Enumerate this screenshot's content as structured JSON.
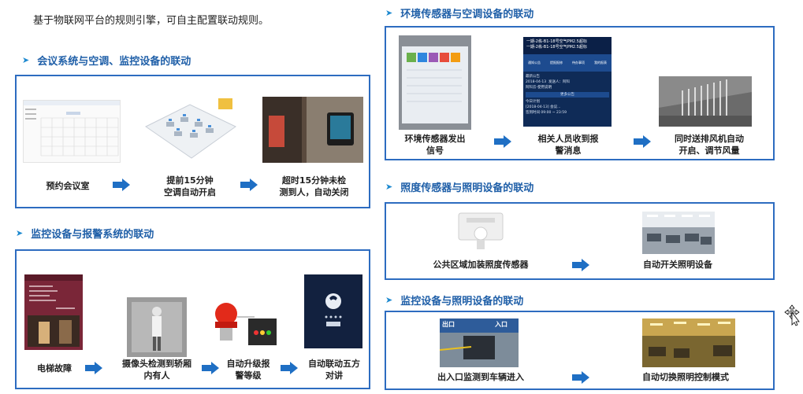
{
  "intro": "基于物联网平台的规则引擎，可自主配置联动规则。",
  "colors": {
    "accent": "#2d6cc0",
    "title": "#1f5fa8",
    "arrow": "#1f6fc4"
  },
  "sections": {
    "meeting": {
      "title": "会议系统与空调、监控设备的联动",
      "steps": [
        "预约会议室",
        "提前15分钟\n空调自动开启",
        "超时15分钟未检\n测到人，自动关闭"
      ]
    },
    "alarm": {
      "title": "监控设备与报警系统的联动",
      "steps": [
        "电梯故障",
        "摄像头检测到轿厢\n内有人",
        "自动升级报\n警等级",
        "自动联动五方\n对讲"
      ]
    },
    "env": {
      "title": "环境传感器与空调设备的联动",
      "steps": [
        "环境传感器发出\n信号",
        "相关人员收到报\n警消息",
        "同时送排风机自动\n开启、调节风量"
      ]
    },
    "light": {
      "title": "照度传感器与照明设备的联动",
      "steps": [
        "公共区域加装照度传感器",
        "自动开关照明设备"
      ]
    },
    "parking": {
      "title": "监控设备与照明设备的联动",
      "steps": [
        "出入口监测到车辆进入",
        "自动切换照明控制模式"
      ],
      "sign_exit": "出口",
      "sign_entry": "入口"
    }
  },
  "phone": {
    "header": "一期-2栋-B1-18号空气PM2.5超标",
    "subheader": "一期-2栋-B1-18号空气PM2.5超标",
    "tabs": [
      "通知公告",
      "提报报修",
      "待办事项",
      "我的报表"
    ],
    "notice_label": "最新公告",
    "notice_date": "2018-04-13",
    "notice_text": "阿科云-使用说明",
    "notice_author": "发送人：阿科",
    "more": "更多公告",
    "todo_label": "今日计划",
    "todo_text": "[2018-04-13] 会议...",
    "todo_time": "签到时间 09:00 ~ 23:59"
  }
}
